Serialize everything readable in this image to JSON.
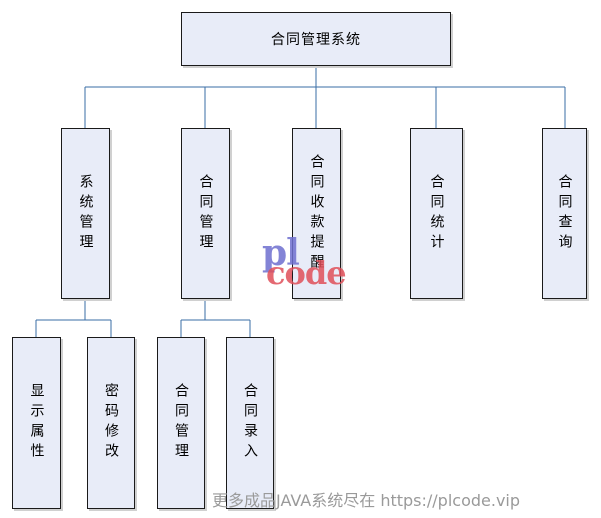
{
  "root": {
    "label": "合同管理系统"
  },
  "level1": [
    {
      "label": "系统管理"
    },
    {
      "label": "合同管理"
    },
    {
      "label": "合同收款提醒"
    },
    {
      "label": "合同统计"
    },
    {
      "label": "合同查询"
    }
  ],
  "level2": [
    {
      "label": "显示属性"
    },
    {
      "label": "密码修改"
    },
    {
      "label": "合同管理"
    },
    {
      "label": "合同录入"
    }
  ],
  "watermark": {
    "logo_top": "pl",
    "logo_bottom": "code",
    "footer": "更多成品JAVA系统尽在 https://plcode.vip"
  },
  "colors": {
    "box_fill": "#e8ecf8",
    "connector": "#3a6ea5"
  }
}
